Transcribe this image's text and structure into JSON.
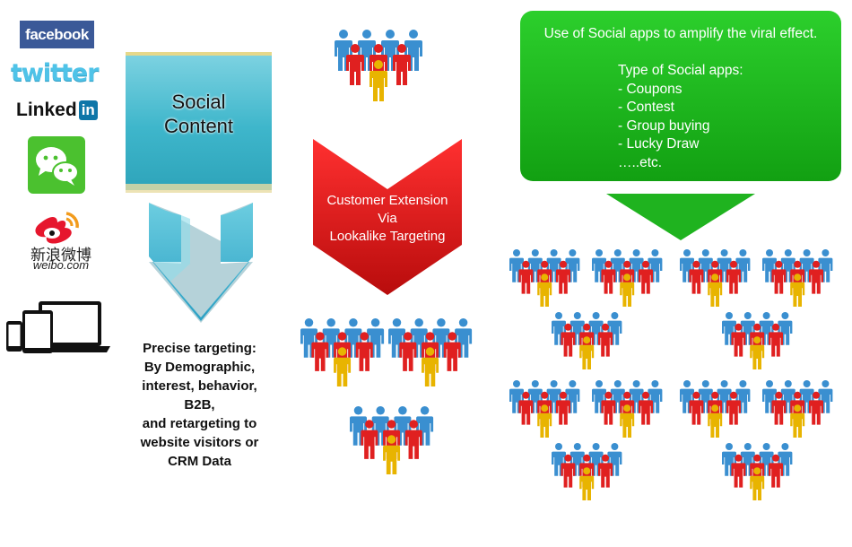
{
  "logos": {
    "facebook": "facebook",
    "twitter": "twitter",
    "linkedin_text": "Linked",
    "linkedin_badge": "in",
    "weibo_cn": "新浪微博",
    "weibo_en": "weibo.com"
  },
  "social_content": {
    "title_line1": "Social",
    "title_line2": "Content"
  },
  "precise_targeting": "Precise targeting:\nBy Demographic,\ninterest, behavior,\nB2B,\nand retargeting to\nwebsite visitors or\nCRM Data",
  "extension": {
    "text": "Customer Extension\nVia\nLookalike Targeting"
  },
  "callout": {
    "title": "Use of Social apps to amplify the viral effect.",
    "body": "Type of Social apps:\n   - Coupons\n   - Contest\n   - Group buying\n   - Lucky Draw\n…..etc."
  },
  "colors": {
    "person_blue": "#3a8fd0",
    "person_red": "#e02020",
    "person_gold": "#e8b400",
    "green": "#1fb31f",
    "red_chevron": "#d81818",
    "teal": "#3eb6cb"
  }
}
